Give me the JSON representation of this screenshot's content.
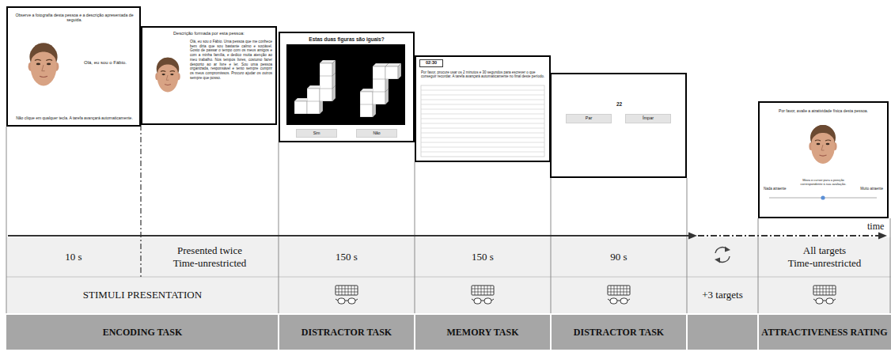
{
  "diagram": {
    "nodes": [
      {
        "text": [
          "Observe a fotografia desta pessoa e a descrição apresentada de seguida.",
          "Olá, eu sou o Fábio.",
          "Não clique em qualquer tecla. A tarefa avançará automaticamente."
        ]
      },
      {
        "text": [
          "Descrição formada por esta pessoa:",
          "Olá, eu sou o Fábio. Uma pessoa que me conhece bem diria que sou bastante calmo e sociável. Gosto de passar o tempo com os meus amigos e com a minha família, e dedico muita atenção ao meu trabalho. Nos tempos livres, costumo fazer desporto ao ar livre e ler. Sou uma pessoa organizada, responsável e tento sempre cumprir os meus compromissos. Procuro ajudar os outros sempre que posso."
        ]
      },
      {
        "text": [
          "Estas duas figuras são iguais?"
        ]
      },
      {
        "text": [
          "Sim"
        ],
        "in": 2
      },
      {
        "text": [
          "Não"
        ],
        "in": 2
      },
      {
        "text": [
          "Por favor, procure usar os 2 minutos e 30 segundos para escrever o que conseguir recordar. A tarefa avançará automaticamente no final deste período."
        ]
      },
      {
        "text": [
          "02:30"
        ],
        "in": 5
      },
      {
        "text": [
          "22"
        ]
      },
      {
        "text": [
          "Par"
        ],
        "in": 7
      },
      {
        "text": [
          "Ímpar"
        ],
        "in": 7
      },
      {
        "text": [
          "Por favor, avalie a atratividade física desta pessoa.",
          "Mova o cursor para a posição correspondente à sua avaliação.",
          "Nada atraente",
          "Muito atraente"
        ]
      },
      {
        "text": [
          "10 s"
        ]
      },
      {
        "text": [
          "Presented twice",
          "Time-unrestricted"
        ]
      },
      {
        "text": [
          "150 s"
        ]
      },
      {
        "text": [
          "150 s"
        ]
      },
      {
        "text": [
          "90 s"
        ]
      },
      {
        "text": [
          "All targets",
          "Time-unrestricted"
        ]
      },
      {
        "text": [
          "STIMULI PRESENTATION"
        ]
      },
      {
        "text": [
          "+3 targets"
        ]
      },
      {
        "text": [
          "ENCODING TASK"
        ]
      },
      {
        "text": [
          "DISTRACTOR TASK"
        ]
      },
      {
        "text": [
          "MEMORY TASK"
        ]
      },
      {
        "text": [
          "DISTRACTOR TASK"
        ]
      },
      {
        "text": [
          "ATTRACTIVENESS RATING"
        ]
      }
    ],
    "labels": [
      "time"
    ]
  }
}
